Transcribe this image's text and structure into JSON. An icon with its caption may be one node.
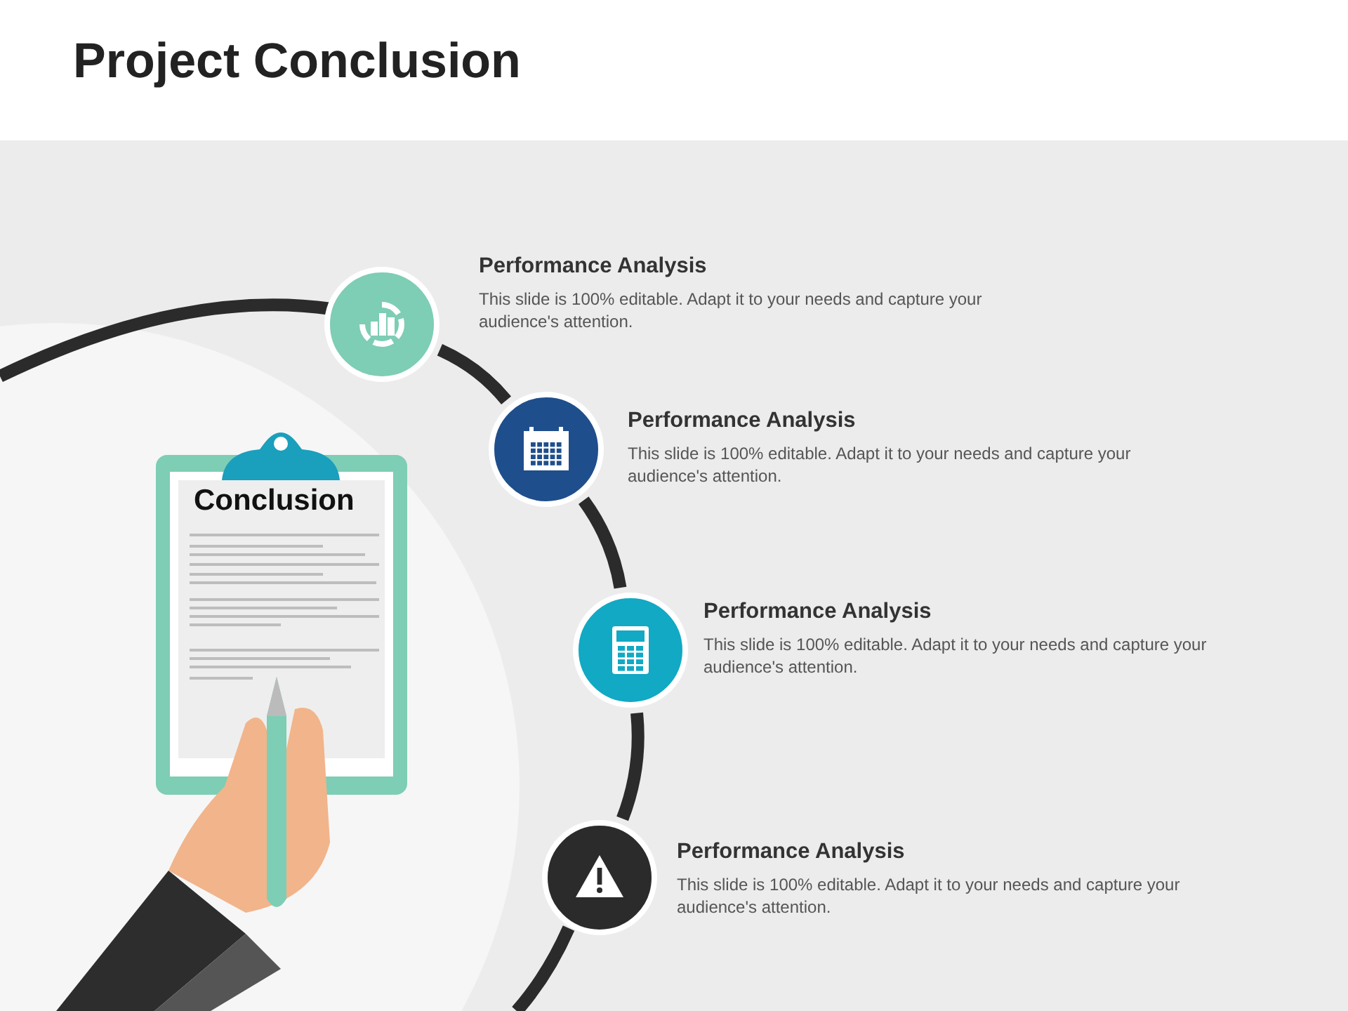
{
  "diagram": {
    "title": "Project Conclusion",
    "nodes": [
      {
        "text": [],
        "shape": "circle",
        "beside": [
          "Performance Analysis",
          "This slide is 100% editable. Adapt it to your needs and capture your audience's attention."
        ]
      },
      {
        "text": [],
        "shape": "circle",
        "beside": [
          "Performance Analysis",
          "This slide is 100% editable. Adapt it to your needs and capture your audience's attention."
        ]
      },
      {
        "text": [],
        "shape": "circle",
        "beside": [
          "Performance Analysis",
          "This slide is 100% editable. Adapt it to your needs and capture your audience's attention."
        ]
      },
      {
        "text": [],
        "shape": "circle",
        "beside": [
          "Performance Analysis",
          "This slide is 100% editable. Adapt it to your needs and capture your audience's attention."
        ]
      }
    ],
    "edges": [
      {
        "from": 0,
        "to": 1,
        "arrow": "none"
      },
      {
        "from": 1,
        "to": 2,
        "arrow": "none"
      },
      {
        "from": 2,
        "to": 3,
        "arrow": "none"
      }
    ],
    "labels": [
      "Conclusion"
    ]
  }
}
